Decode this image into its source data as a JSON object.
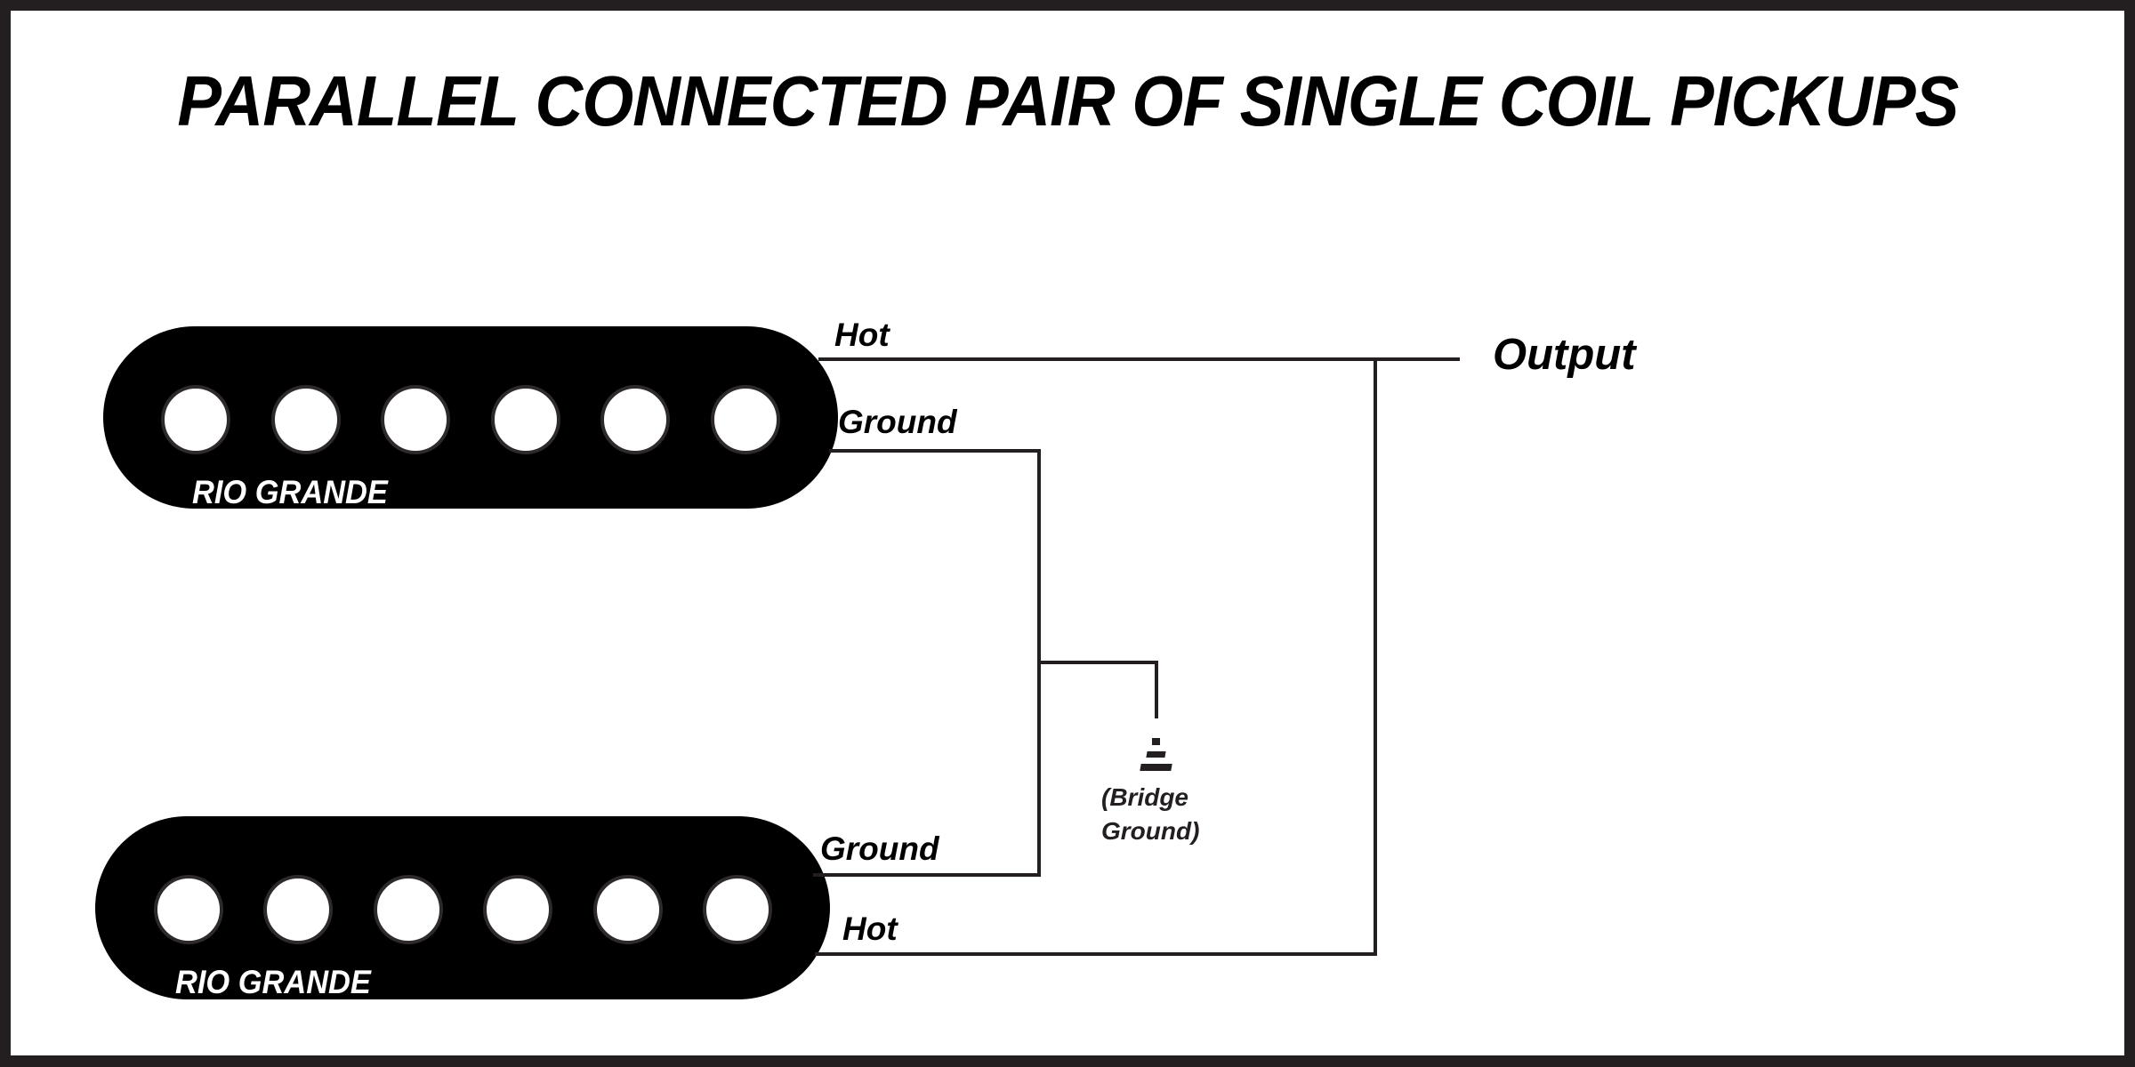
{
  "title": "PARALLEL CONNECTED PAIR OF SINGLE COIL PICKUPS",
  "pickups": [
    {
      "brand": "RIO GRANDE",
      "pole_count": 6,
      "hot_label": "Hot",
      "ground_label": "Ground"
    },
    {
      "brand": "RIO GRANDE",
      "pole_count": 6,
      "hot_label": "Hot",
      "ground_label": "Ground"
    }
  ],
  "output_label": "Output",
  "bridge_ground": {
    "icon": "ground-symbol-icon",
    "line1": "(Bridge",
    "line2": "Ground)"
  },
  "colors": {
    "ink": "#000000",
    "wire": "#231f20",
    "frame": "#231f20",
    "pole": "#ffffff"
  }
}
